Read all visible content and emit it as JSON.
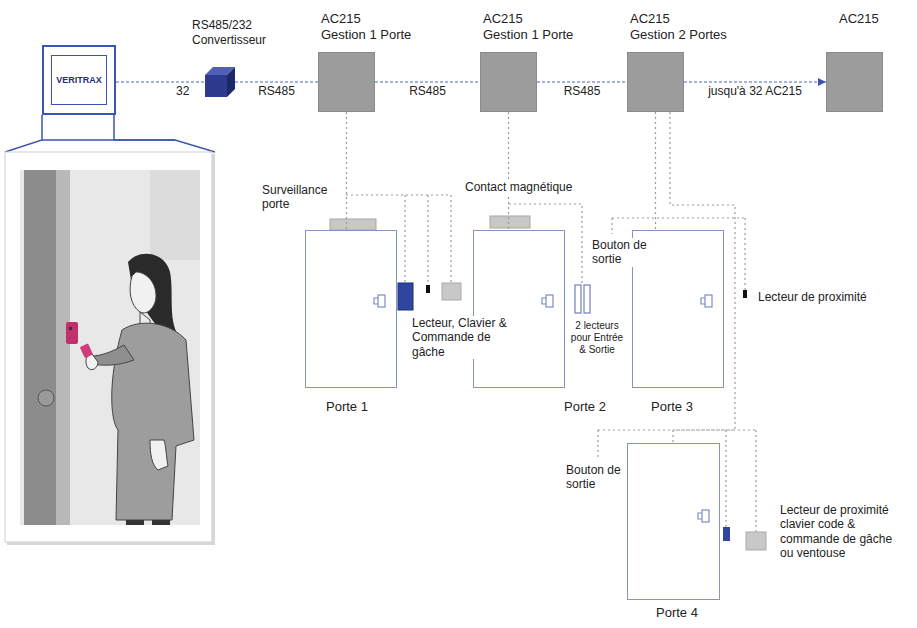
{
  "diagram": {
    "nodes": [
      {
        "text": [
          "VERITRAX"
        ]
      },
      {
        "text": [
          "RS485/232 Convertisseur"
        ]
      },
      {
        "text": [
          "AC215",
          "Gestion 1 Porte"
        ]
      },
      {
        "text": [
          "AC215",
          "Gestion 1 Porte"
        ]
      },
      {
        "text": [
          "AC215",
          "Gestion 2 Portes"
        ]
      },
      {
        "text": [
          "AC215"
        ]
      },
      {
        "text": [
          "Porte 1"
        ]
      },
      {
        "text": [
          "Porte 2"
        ]
      },
      {
        "text": [
          "Porte 3"
        ]
      },
      {
        "text": [
          "Porte 4"
        ]
      }
    ],
    "edges": [
      {
        "from": 0,
        "to": 1,
        "label": "32",
        "arrow": "none"
      },
      {
        "from": 1,
        "to": 2,
        "label": "RS485",
        "arrow": "none"
      },
      {
        "from": 2,
        "to": 3,
        "label": "RS485",
        "arrow": "none"
      },
      {
        "from": 3,
        "to": 4,
        "label": "RS485",
        "arrow": "none"
      },
      {
        "from": 4,
        "to": 5,
        "label": "jusqu'à 32 AC215",
        "arrow": "to"
      },
      {
        "from": 2,
        "to": 6,
        "arrow": "none"
      },
      {
        "from": 3,
        "to": 7,
        "arrow": "none"
      },
      {
        "from": 4,
        "to": 8,
        "arrow": "none"
      },
      {
        "from": 4,
        "to": 9,
        "arrow": "none"
      }
    ],
    "labels": [
      "Surveillance porte",
      "Contact magnétique",
      "Lecteur, Clavier & Commande de gâche",
      "2 lecteurs pour Entrée & Sortie",
      "Bouton de sortie",
      "Lecteur de proximité",
      "Bouton de sortie",
      "Lecteur de proximité clavier code & commande de gâche ou ventouse"
    ]
  }
}
